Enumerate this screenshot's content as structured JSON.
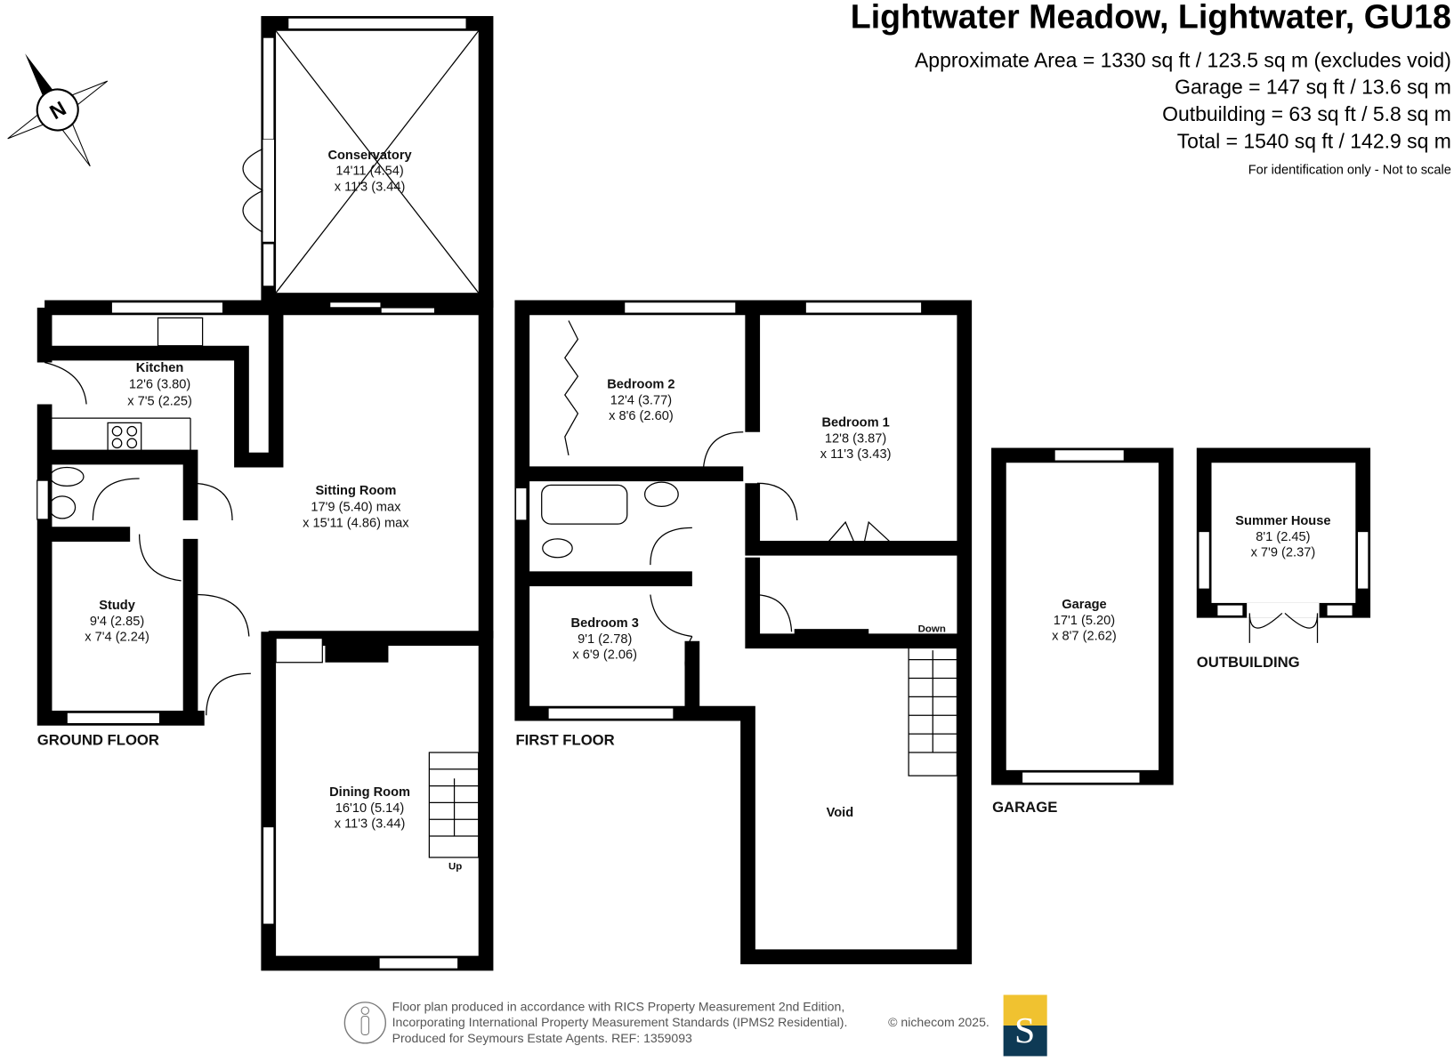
{
  "header": {
    "title": "Lightwater Meadow, Lightwater, GU18",
    "areas": [
      "Approximate Area = 1330 sq ft / 123.5 sq m (excludes void)",
      "Garage = 147 sq ft / 13.6 sq m",
      "Outbuilding = 63 sq ft / 5.8 sq m",
      "Total = 1540 sq ft / 142.9 sq m"
    ],
    "disclaimer": "For identification only - Not to scale"
  },
  "compass": {
    "label": "N"
  },
  "floors": {
    "ground": "GROUND FLOOR",
    "first": "FIRST FLOOR",
    "garage": "GARAGE",
    "outbuilding": "OUTBUILDING"
  },
  "rooms": {
    "conservatory": {
      "name": "Conservatory",
      "d1": "14'11 (4.54)",
      "d2": "x 11'3 (3.44)"
    },
    "kitchen": {
      "name": "Kitchen",
      "d1": "12'6 (3.80)",
      "d2": "x 7'5 (2.25)"
    },
    "sitting": {
      "name": "Sitting Room",
      "d1": "17'9 (5.40) max",
      "d2": "x 15'11 (4.86) max"
    },
    "study": {
      "name": "Study",
      "d1": "9'4 (2.85)",
      "d2": "x 7'4 (2.24)"
    },
    "dining": {
      "name": "Dining Room",
      "d1": "16'10 (5.14)",
      "d2": "x 11'3 (3.44)"
    },
    "bedroom2": {
      "name": "Bedroom 2",
      "d1": "12'4 (3.77)",
      "d2": "x 8'6 (2.60)"
    },
    "bedroom1": {
      "name": "Bedroom 1",
      "d1": "12'8 (3.87)",
      "d2": "x 11'3 (3.43)"
    },
    "bedroom3": {
      "name": "Bedroom 3",
      "d1": "9'1 (2.78)",
      "d2": "x 6'9 (2.06)"
    },
    "void": {
      "name": "Void"
    },
    "garage": {
      "name": "Garage",
      "d1": "17'1 (5.20)",
      "d2": "x 8'7 (2.62)"
    },
    "summer": {
      "name": "Summer House",
      "d1": "8'1 (2.45)",
      "d2": "x 7'9 (2.37)"
    }
  },
  "stairs": {
    "up": "Up",
    "down": "Down"
  },
  "footer": {
    "lines": [
      "Floor plan produced in accordance with RICS Property Measurement 2nd Edition,",
      "Incorporating International Property Measurement Standards (IPMS2 Residential).",
      "Produced for Seymours Estate Agents.   REF: 1359093"
    ],
    "copyright": "© nichecom 2025.",
    "logo_letter": "S",
    "logo_colors": {
      "top": "#f0c230",
      "bottom": "#0e3a55"
    }
  }
}
